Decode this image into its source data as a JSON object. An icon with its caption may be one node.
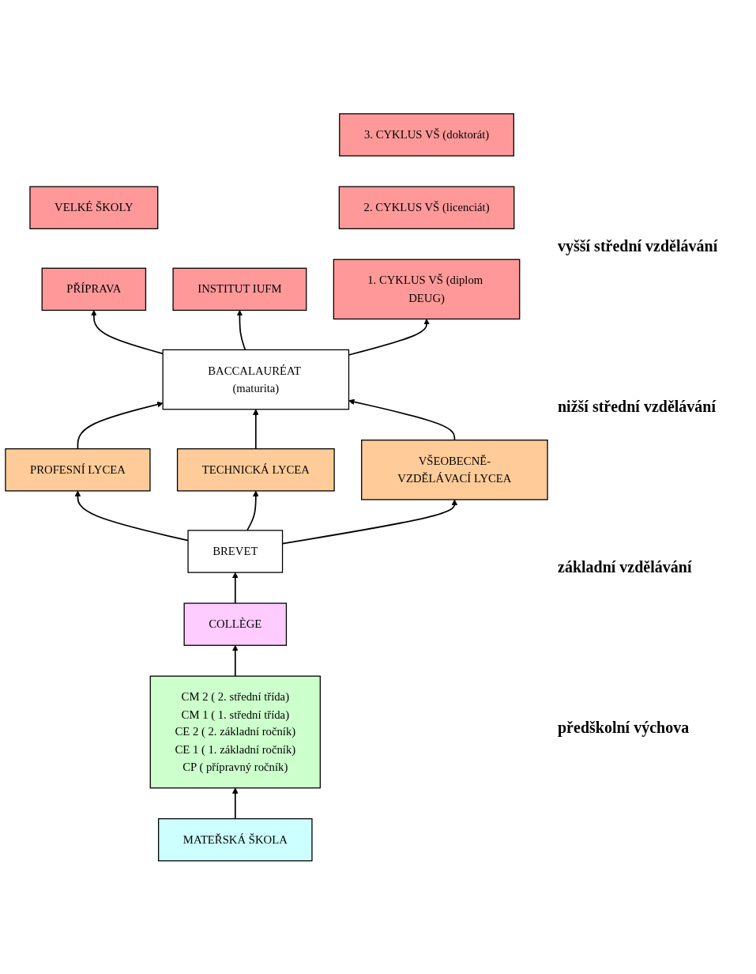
{
  "diagram": {
    "nodes": [
      {
        "text": [
          "VELKÉ ŠKOLY"
        ]
      },
      {
        "text": [
          "PŘÍPRAVA"
        ]
      },
      {
        "text": [
          "INSTITUT IUFM"
        ]
      },
      {
        "text": [
          "3. CYKLUS VŠ (doktorát)"
        ]
      },
      {
        "text": [
          "2. CYKLUS VŠ (licenciát)"
        ]
      },
      {
        "text": [
          "1. CYKLUS VŠ (diplom DEUG)"
        ]
      },
      {
        "text": [
          "BACCALAURÉAT (maturita)"
        ]
      },
      {
        "text": [
          "PROFESNÍ LYCEA"
        ]
      },
      {
        "text": [
          "TECHNICKÁ LYCEA"
        ]
      },
      {
        "text": [
          "VŠEOBECNĚ-VZDĚLÁVACÍ LYCEA"
        ]
      },
      {
        "text": [
          "BREVET"
        ]
      },
      {
        "text": [
          "COLLÈGE"
        ]
      },
      {
        "text": [
          "CM 2 ( 2. střední třída)",
          "CM 1 ( 1. střední třída)",
          "CE 2 ( 2. základní ročník)",
          "CE 1 ( 1. základní ročník)",
          "CP ( přípravný ročník)"
        ]
      },
      {
        "text": [
          "MATEŘSKÁ ŠKOLA"
        ]
      }
    ],
    "edges": [
      {
        "from": 6,
        "to": 1,
        "arrow": "to"
      },
      {
        "from": 6,
        "to": 2,
        "arrow": "to"
      },
      {
        "from": 6,
        "to": 5,
        "arrow": "to"
      },
      {
        "from": 7,
        "to": 6,
        "arrow": "to"
      },
      {
        "from": 8,
        "to": 6,
        "arrow": "to"
      },
      {
        "from": 9,
        "to": 6,
        "arrow": "to"
      },
      {
        "from": 10,
        "to": 7,
        "arrow": "to"
      },
      {
        "from": 10,
        "to": 8,
        "arrow": "to"
      },
      {
        "from": 10,
        "to": 9,
        "arrow": "to"
      },
      {
        "from": 11,
        "to": 10,
        "arrow": "to"
      },
      {
        "from": 12,
        "to": 11,
        "arrow": "to"
      },
      {
        "from": 13,
        "to": 12,
        "arrow": "to"
      }
    ],
    "labels": [
      "vyšší střední vzdělávání",
      "nižší střední vzdělávání",
      "základní vzdělávání",
      "předškolní výchova"
    ]
  }
}
